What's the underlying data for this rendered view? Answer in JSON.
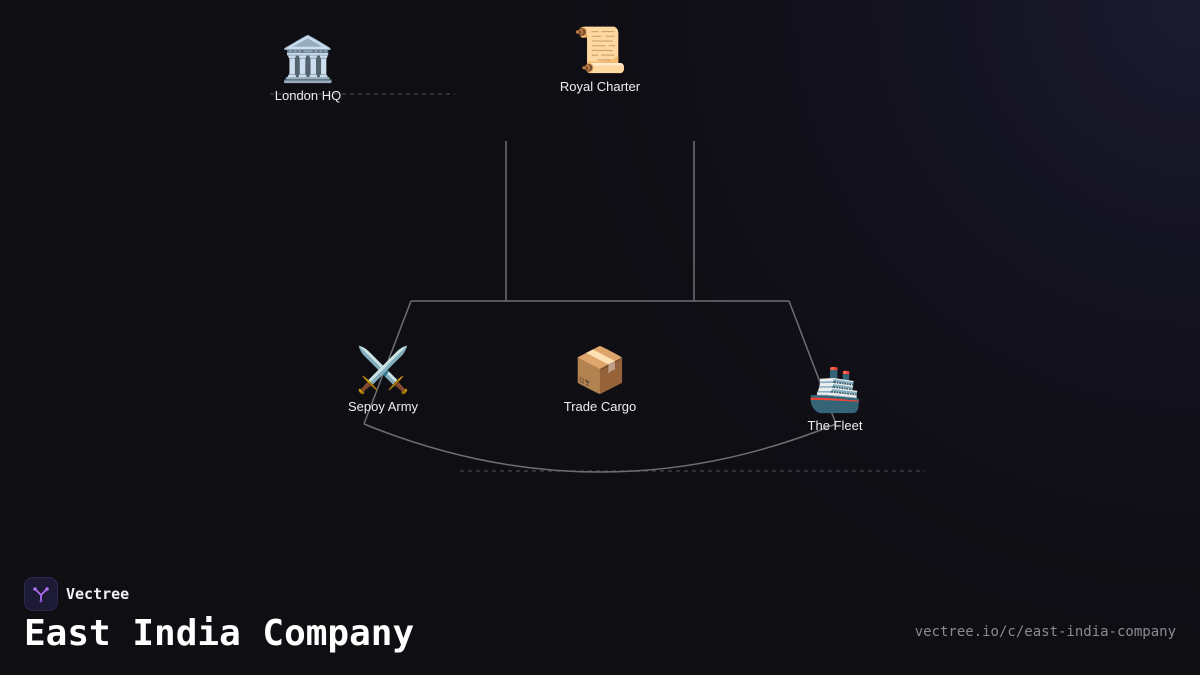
{
  "brand": {
    "name": "Vectree",
    "logo_icon": "tree-branch-icon"
  },
  "title": "East India Company",
  "url": "vectree.io/c/east-india-company",
  "colors": {
    "background": "#0f0e13",
    "edge": "#6e6e74",
    "dashed_guide": "#3b3b42",
    "logo_accent": "#b06cf0"
  },
  "nodes": [
    {
      "id": "london-hq",
      "label": "London HQ",
      "emoji": "🏛️",
      "icon": "classical-building-icon"
    },
    {
      "id": "royal-charter",
      "label": "Royal Charter",
      "emoji": "📜",
      "icon": "scroll-icon"
    },
    {
      "id": "sepoy-army",
      "label": "Sepoy Army",
      "emoji": "⚔️",
      "icon": "crossed-swords-icon"
    },
    {
      "id": "trade-cargo",
      "label": "Trade Cargo",
      "emoji": "📦",
      "icon": "package-icon"
    },
    {
      "id": "the-fleet",
      "label": "The Fleet",
      "emoji": "🚢",
      "icon": "ship-icon"
    }
  ]
}
